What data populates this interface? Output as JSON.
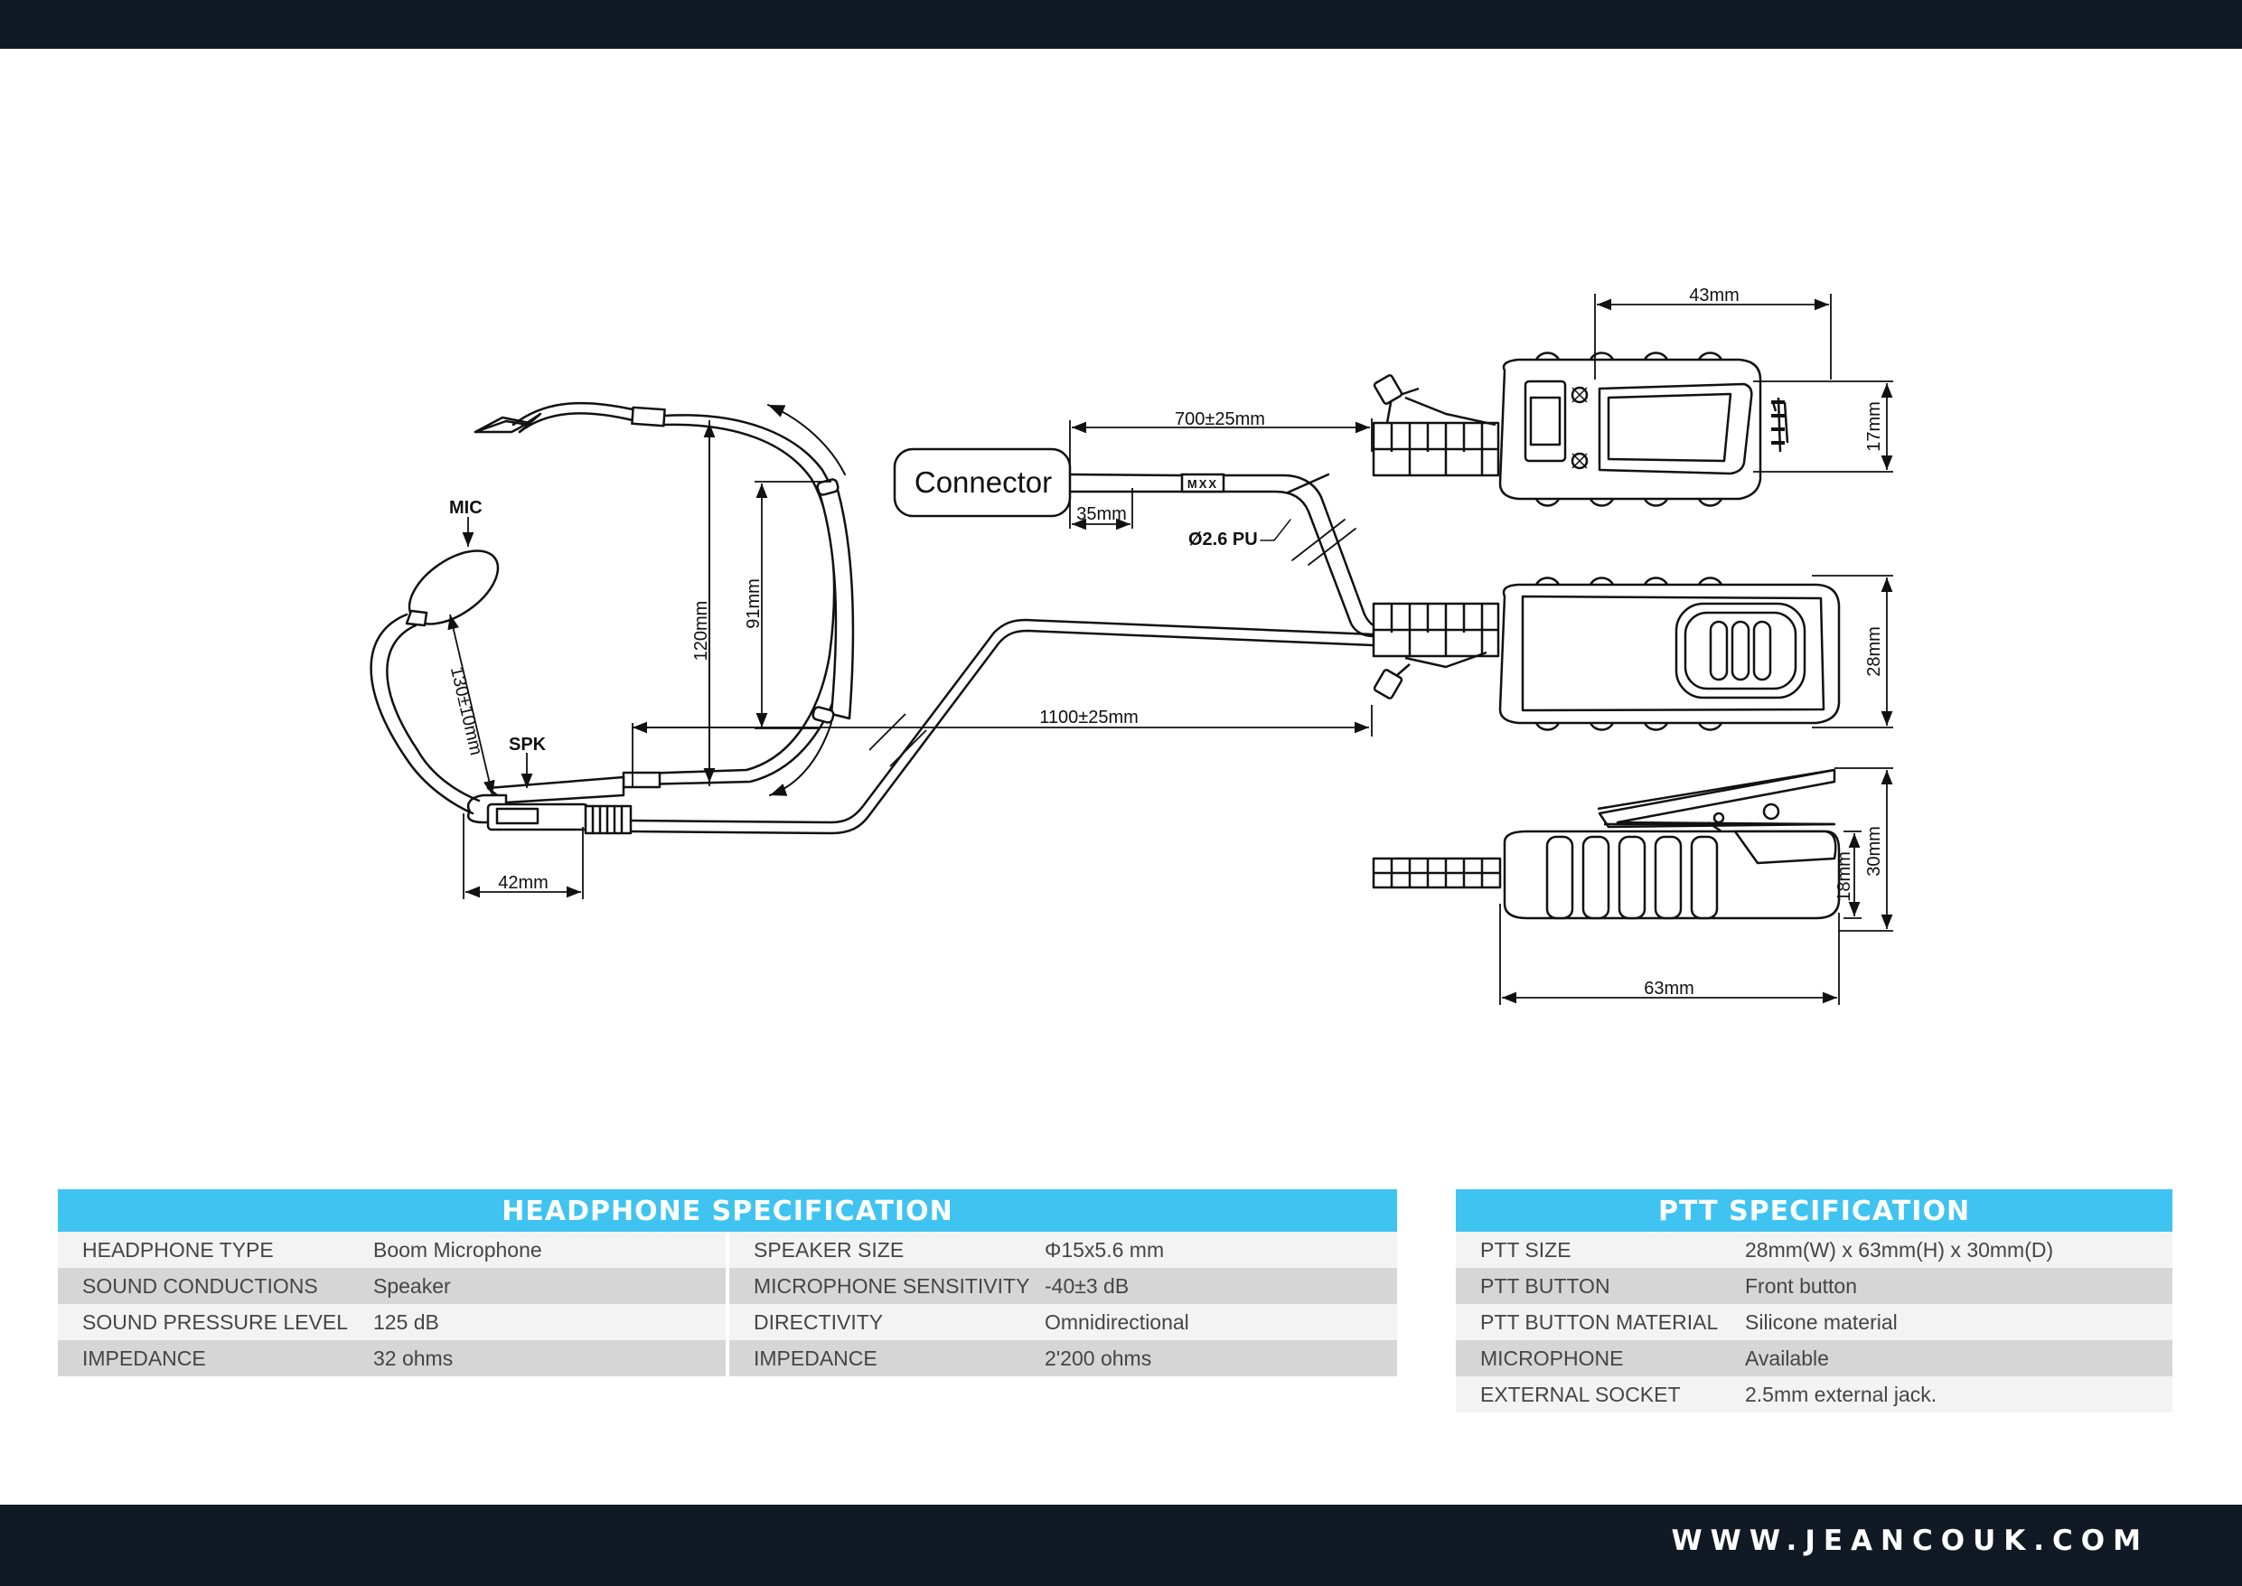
{
  "diagram": {
    "labels": {
      "mic": "MIC",
      "spk": "SPK",
      "connector": "Connector",
      "cable_pu": "Ø2.6 PU",
      "marker": "MXX"
    },
    "dimensions": {
      "boom_length": "130±10mm",
      "headband_height": "120mm",
      "headband_inner": "91mm",
      "ear_clip_width": "42mm",
      "connector_plug": "35mm",
      "upper_cable": "700±25mm",
      "lower_cable": "1100±25mm",
      "ptt_width": "43mm",
      "ptt_clip_height": "17mm",
      "ptt_body_height": "28mm",
      "ptt_side_18": "18mm",
      "ptt_side_30": "30mm",
      "ptt_length": "63mm"
    }
  },
  "headphone_spec": {
    "title": "HEADPHONE SPECIFICATION",
    "rows": [
      {
        "label_a": "HEADPHONE TYPE",
        "value_a": "Boom Microphone",
        "label_b": "SPEAKER SIZE",
        "value_b": "Φ15x5.6 mm"
      },
      {
        "label_a": "SOUND CONDUCTIONS",
        "value_a": "Speaker",
        "label_b": "MICROPHONE SENSITIVITY",
        "value_b": "-40±3 dB"
      },
      {
        "label_a": "SOUND PRESSURE LEVEL",
        "value_a": "125 dB",
        "label_b": "DIRECTIVITY",
        "value_b": "Omnidirectional"
      },
      {
        "label_a": "IMPEDANCE",
        "value_a": "32 ohms",
        "label_b": "IMPEDANCE",
        "value_b": "2'200 ohms"
      }
    ]
  },
  "ptt_spec": {
    "title": "PTT SPECIFICATION",
    "rows": [
      {
        "label": "PTT SIZE",
        "value": "28mm(W) x 63mm(H) x 30mm(D)"
      },
      {
        "label": "PTT BUTTON",
        "value": "Front button"
      },
      {
        "label": "PTT BUTTON MATERIAL",
        "value": "Silicone material"
      },
      {
        "label": "MICROPHONE",
        "value": "Available"
      },
      {
        "label": "EXTERNAL SOCKET",
        "value": "2.5mm external jack."
      }
    ]
  },
  "footer": {
    "website": "WWW.JEANCOUK.COM"
  }
}
